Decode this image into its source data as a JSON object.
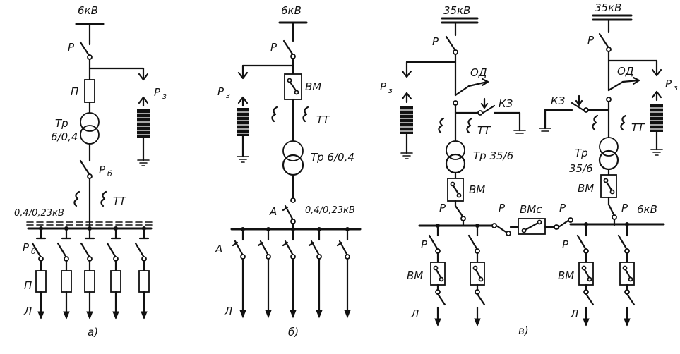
{
  "diagram_a": {
    "voltage": "6кВ",
    "disconnector": "Р",
    "fuse": "П",
    "transformer_l1": "Тр",
    "transformer_l2": "6/0,4",
    "breaker": "Р",
    "breaker_sub": "б",
    "relay": "Р",
    "relay_sub": "з",
    "ct": "ТТ",
    "bus_voltage": "0,4/0,23кВ",
    "feeder_breaker": "Р",
    "feeder_breaker_sub": "б",
    "feeder_fuse": "П",
    "line": "Л",
    "caption": "а)"
  },
  "diagram_b": {
    "voltage": "6кВ",
    "disconnector": "Р",
    "relay": "Р",
    "relay_sub": "з",
    "breaker": "ВМ",
    "ct": "ТТ",
    "transformer": "Тр 6/0,4",
    "automat": "А",
    "bus_voltage": "0,4/0,23кВ",
    "feeder_automat": "А",
    "line": "Л",
    "caption": "б)"
  },
  "diagram_c": {
    "voltage_left": "35кВ",
    "voltage_right": "35кВ",
    "disconnector": "Р",
    "relay_left": "Р",
    "relay_left_sub": "з",
    "relay_right": "Р",
    "relay_right_sub": "з",
    "separator_left": "ОД",
    "separator_right": "ОД",
    "short_circuiter_left": "КЗ",
    "short_circuiter_right": "КЗ",
    "ct_left": "ТТ",
    "ct_right": "ТТ",
    "transformer_left": "Тр 35/6",
    "transformer_right_l1": "Тр",
    "transformer_right_l2": "35/6",
    "breaker": "ВМ",
    "sectional_breaker": "ВМс",
    "bus_voltage": "6кВ",
    "line": "Л",
    "caption": "в)"
  }
}
